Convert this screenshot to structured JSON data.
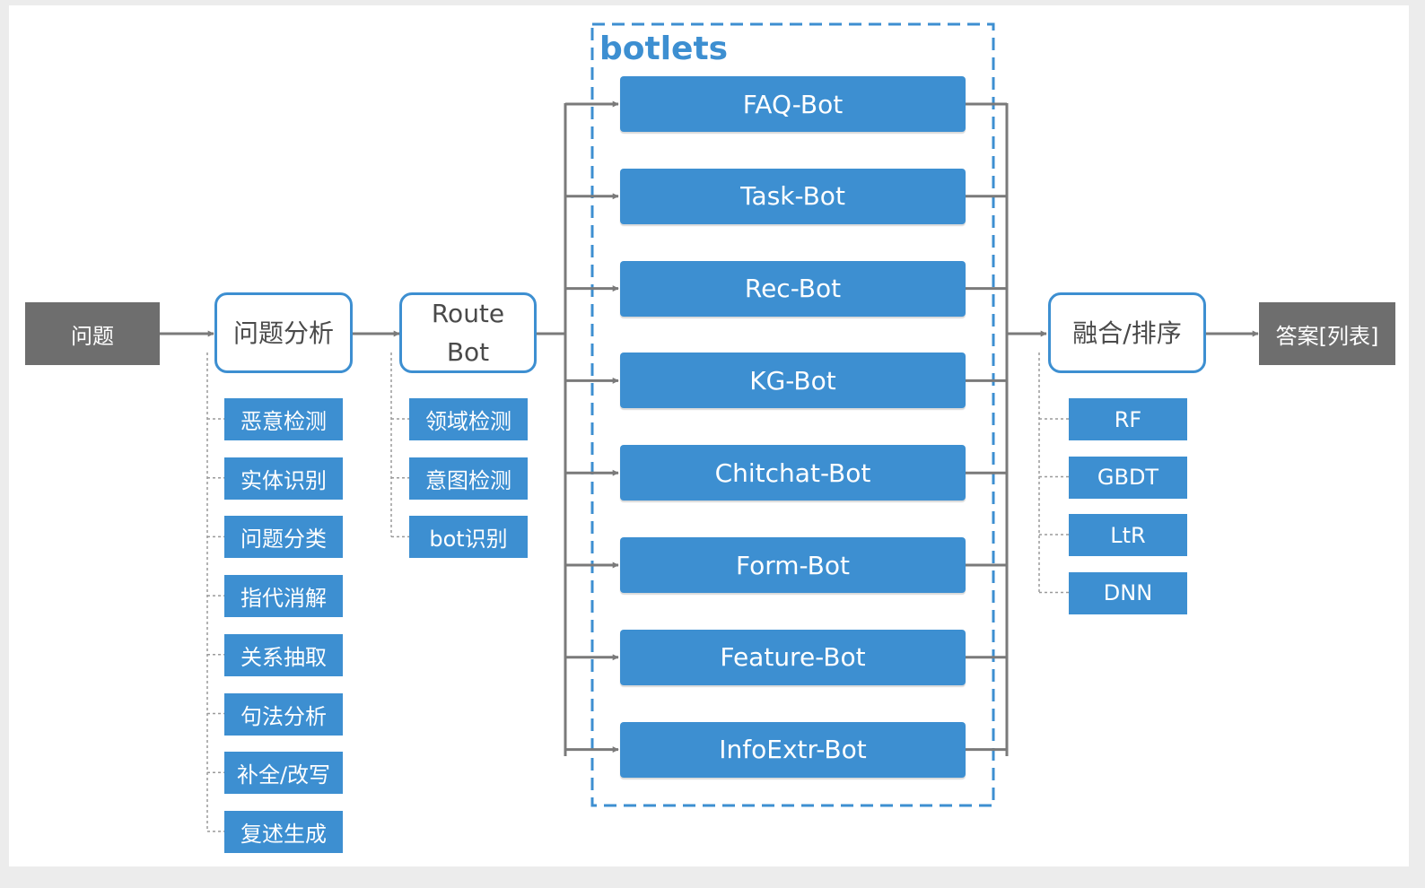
{
  "input": "问题",
  "analysis": {
    "title": "问题分析",
    "items": [
      "恶意检测",
      "实体识别",
      "问题分类",
      "指代消解",
      "关系抽取",
      "句法分析",
      "补全/改写",
      "复述生成"
    ]
  },
  "route": {
    "title_line1": "Route",
    "title_line2": "Bot",
    "items": [
      "领域检测",
      "意图检测",
      "bot识别"
    ]
  },
  "botlets": {
    "label": "botlets",
    "bots": [
      "FAQ-Bot",
      "Task-Bot",
      "Rec-Bot",
      "KG-Bot",
      "Chitchat-Bot",
      "Form-Bot",
      "Feature-Bot",
      "InfoExtr-Bot"
    ]
  },
  "fusion": {
    "title": "融合/排序",
    "items": [
      "RF",
      "GBDT",
      "LtR",
      "DNN"
    ]
  },
  "output": "答案[列表]",
  "colors": {
    "accent": "#3d8fd1",
    "gray_box": "#6e6e6e",
    "arrow": "#7a7a7a"
  }
}
